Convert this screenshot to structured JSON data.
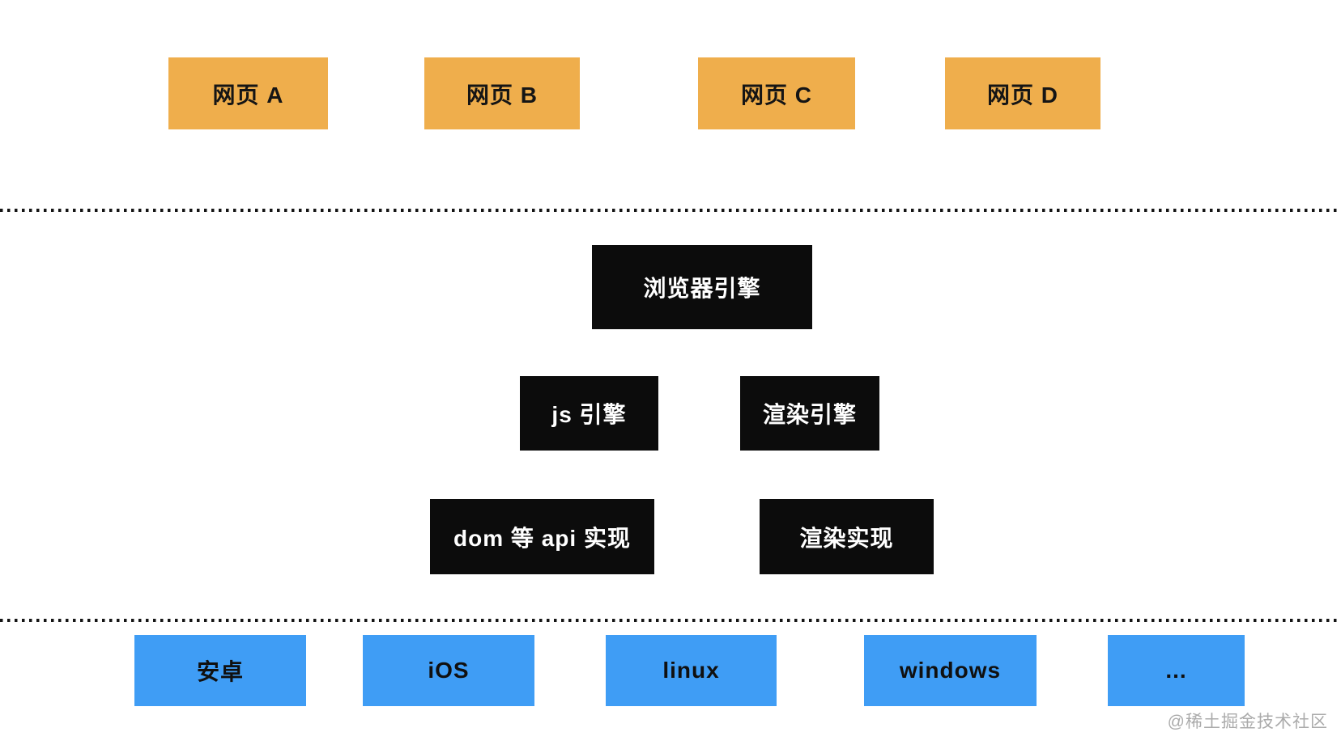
{
  "diagram": {
    "web_pages": [
      {
        "label": "网页 A"
      },
      {
        "label": "网页 B"
      },
      {
        "label": "网页 C"
      },
      {
        "label": "网页 D"
      }
    ],
    "browser_engine": {
      "label": "浏览器引擎"
    },
    "sub_engines": [
      {
        "label": "js 引擎"
      },
      {
        "label": "渲染引擎"
      }
    ],
    "implementations": [
      {
        "label": "dom 等 api 实现"
      },
      {
        "label": "渲染实现"
      }
    ],
    "platforms": [
      {
        "label": "安卓"
      },
      {
        "label": "iOS"
      },
      {
        "label": "linux"
      },
      {
        "label": "windows"
      },
      {
        "label": "..."
      }
    ],
    "watermark": "@稀土掘金技术社区",
    "colors": {
      "web_page_bg": "#EFAE4C",
      "engine_bg": "#0C0C0C",
      "platform_bg": "#3F9DF5",
      "separator": "#141414",
      "watermark_text": "#ABABAB",
      "background": "#FFFFFF"
    }
  }
}
